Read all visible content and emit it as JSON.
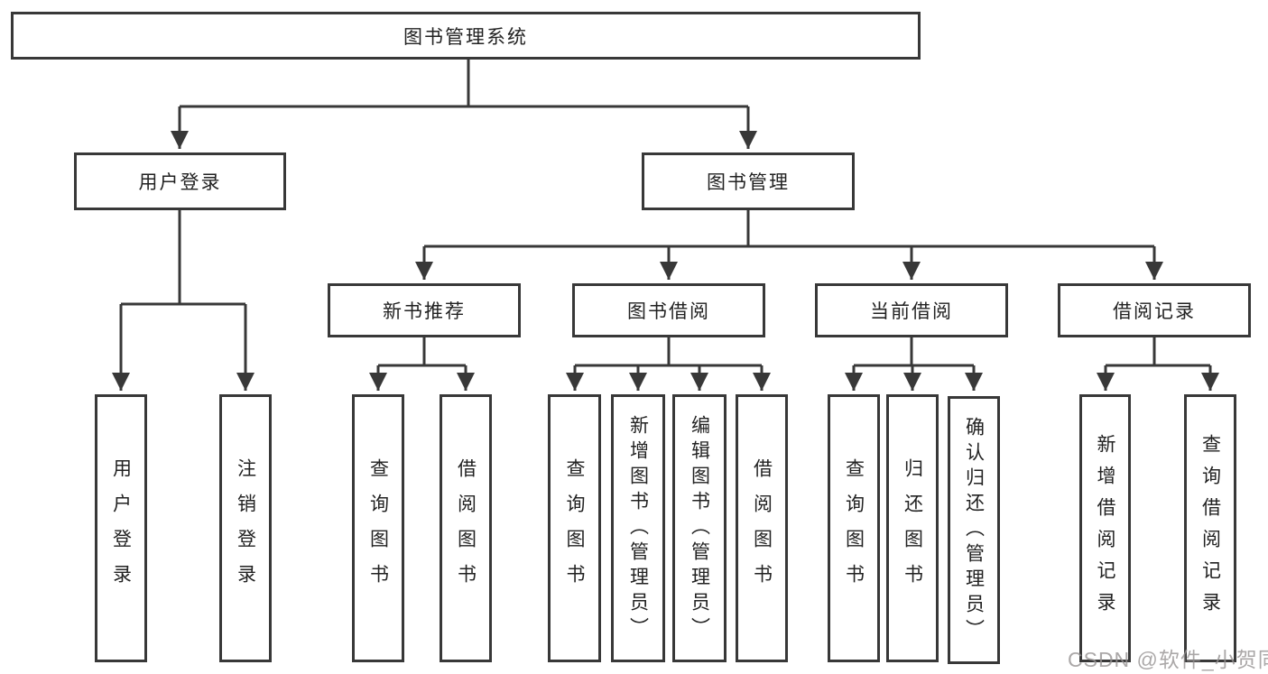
{
  "colors": {
    "line": "#383838",
    "box_border": "#383838",
    "box_background": "#ffffff",
    "text": "#222222",
    "watermark_text": "rgba(150,146,146,0.8)"
  },
  "diagram": {
    "root": {
      "label": "图书管理系统"
    },
    "level1": [
      {
        "label": "用户登录"
      },
      {
        "label": "图书管理"
      }
    ],
    "level2": [
      {
        "label": "新书推荐",
        "parent": "图书管理"
      },
      {
        "label": "图书借阅",
        "parent": "图书管理"
      },
      {
        "label": "当前借阅",
        "parent": "图书管理"
      },
      {
        "label": "借阅记录",
        "parent": "图书管理"
      }
    ],
    "leaves": [
      {
        "label": "用户登录",
        "parent": "用户登录"
      },
      {
        "label": "注销登录",
        "parent": "用户登录"
      },
      {
        "label": "查询图书",
        "parent": "新书推荐"
      },
      {
        "label": "借阅图书",
        "parent": "新书推荐"
      },
      {
        "label": "查询图书",
        "parent": "图书借阅"
      },
      {
        "label": "新增图书（管理员）",
        "parent": "图书借阅"
      },
      {
        "label": "编辑图书（管理员）",
        "parent": "图书借阅"
      },
      {
        "label": "借阅图书",
        "parent": "图书借阅"
      },
      {
        "label": "查询图书",
        "parent": "当前借阅"
      },
      {
        "label": "归还图书",
        "parent": "当前借阅"
      },
      {
        "label": "确认归还（管理员）",
        "parent": "当前借阅"
      },
      {
        "label": "新增借阅记录",
        "parent": "借阅记录"
      },
      {
        "label": "查询借阅记录",
        "parent": "借阅记录"
      }
    ]
  },
  "watermark": {
    "text": "CSDN @软件_小贺同学"
  }
}
